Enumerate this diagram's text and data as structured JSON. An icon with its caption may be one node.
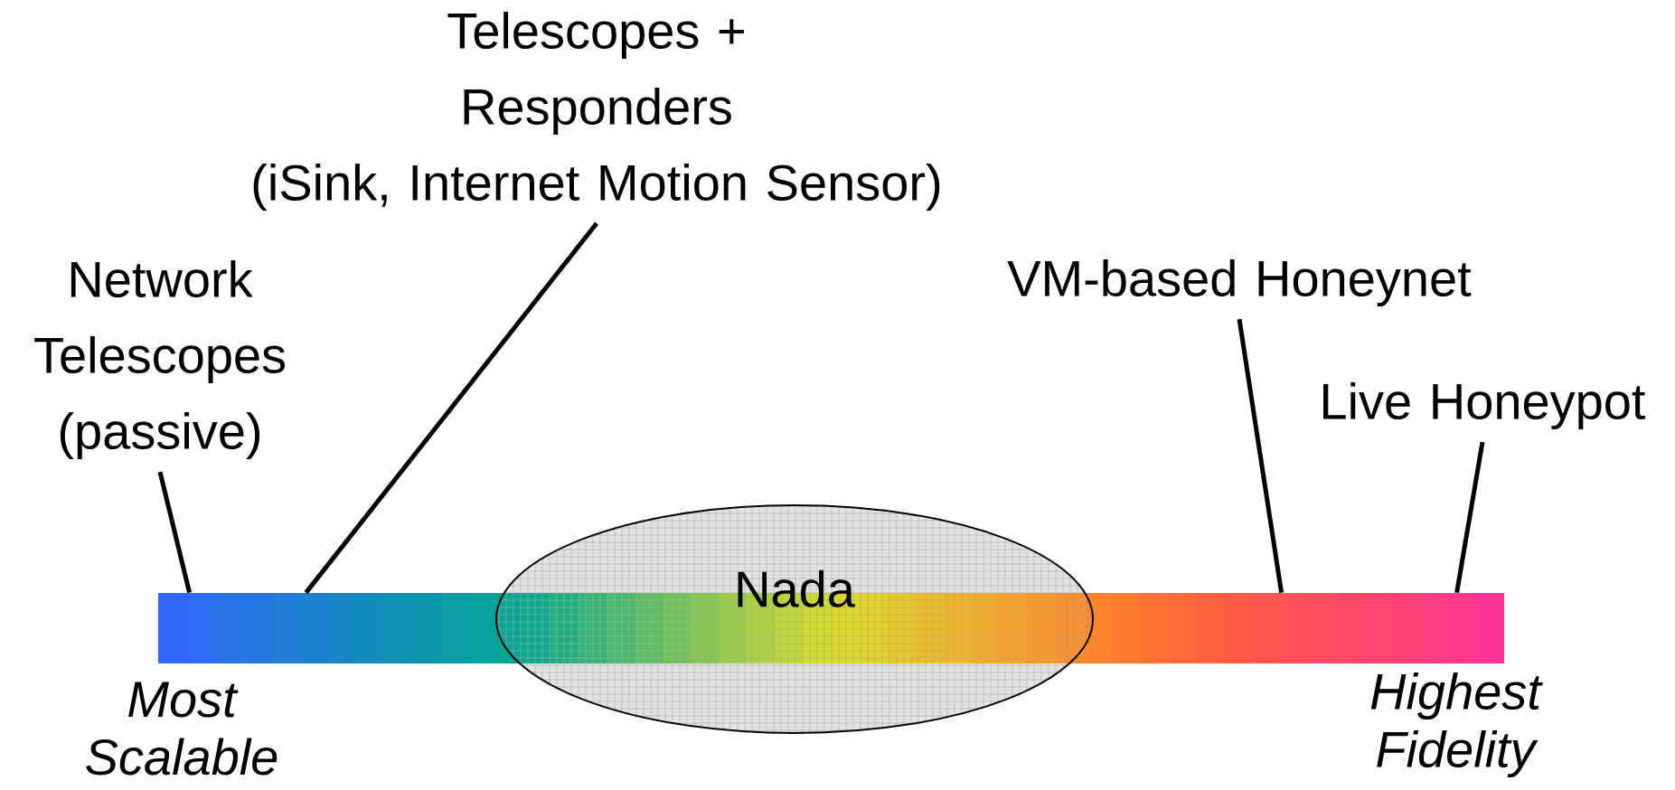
{
  "diagram": {
    "nodes": [
      {
        "text": [
          "Network Telescopes (passive)"
        ]
      },
      {
        "text": [
          "Telescopes + Responders (iSink, Internet Motion Sensor)"
        ]
      },
      {
        "text": [
          "VM-based Honeynet"
        ]
      },
      {
        "text": [
          "Live Honeypot"
        ]
      },
      {
        "text": [],
        "shape": "bar"
      },
      {
        "text": [
          "Nada"
        ]
      }
    ],
    "edges": [
      {
        "from": 0,
        "to": 4,
        "arrow": "none"
      },
      {
        "from": 1,
        "to": 4,
        "arrow": "none"
      },
      {
        "from": 2,
        "to": 4,
        "arrow": "none"
      },
      {
        "from": 3,
        "to": 4,
        "arrow": "none"
      }
    ],
    "labels": [
      "Most Scalable",
      "Highest Fidelity"
    ]
  }
}
